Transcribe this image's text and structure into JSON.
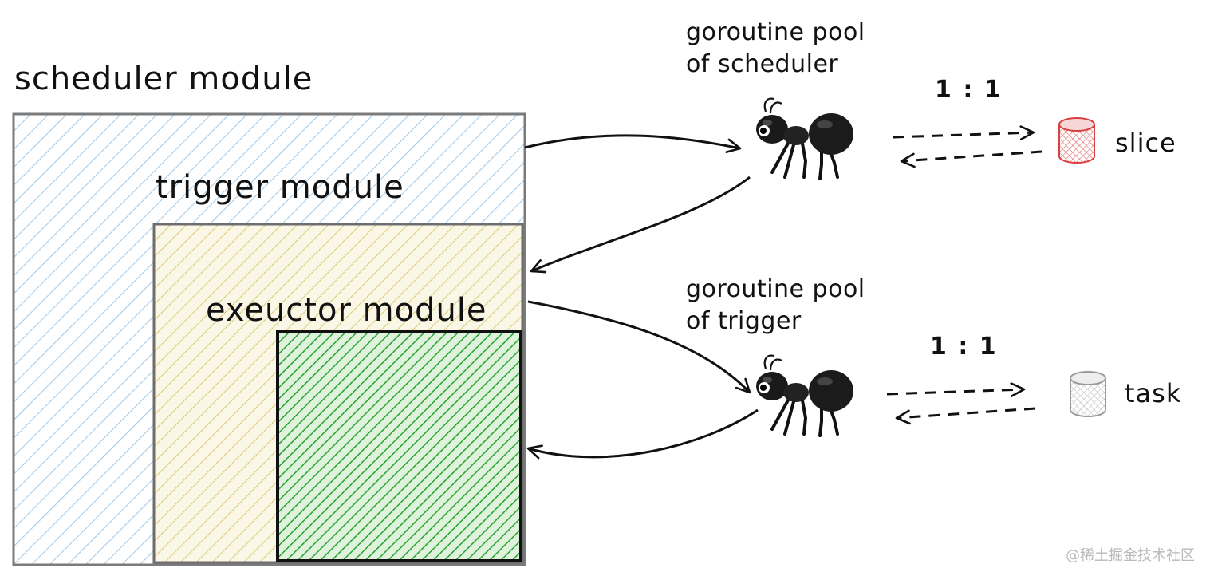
{
  "modules": {
    "scheduler": {
      "label": "scheduler module",
      "color": "#8fbde0"
    },
    "trigger": {
      "label": "trigger module",
      "color": "#e2cb6d"
    },
    "executor": {
      "label": "exeuctor module",
      "color": "#2aa233"
    }
  },
  "pools": {
    "scheduler": {
      "line1": "goroutine pool",
      "line2": "of scheduler"
    },
    "trigger": {
      "line1": "goroutine pool",
      "line2": "of trigger"
    }
  },
  "ratios": {
    "top": "1 : 1",
    "bottom": "1 : 1"
  },
  "resources": {
    "slice": {
      "label": "slice",
      "color": "#d94141"
    },
    "task": {
      "label": "task",
      "color": "#9a9a9a"
    }
  },
  "watermark": "@稀土掘金技术社区",
  "icons": {
    "pool_worker": "ant-icon",
    "resource": "cylinder-icon"
  }
}
